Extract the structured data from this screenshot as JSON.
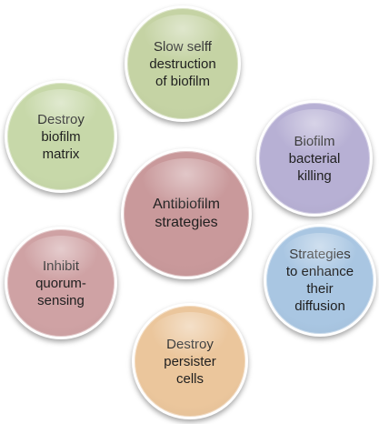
{
  "diagram": {
    "center": {
      "label": "Antibiofilm\nstrategies",
      "color": "#c9999b"
    },
    "nodes": [
      {
        "id": "top",
        "label": "Slow selff\ndestruction\nof biofilm",
        "color": "#c5d3a4"
      },
      {
        "id": "tl",
        "label": "Destroy\nbiofilm\nmatrix",
        "color": "#c7d8a9"
      },
      {
        "id": "tr",
        "label": "Biofilm\nbacterial\nkilling",
        "color": "#b7b0d4"
      },
      {
        "id": "bl",
        "label": "Inhibit\nquorum-\nsensing",
        "color": "#cfa2a4"
      },
      {
        "id": "br",
        "label": "Strategies\nto enhance\ntheir\ndiffusion",
        "color": "#a9c6e2"
      },
      {
        "id": "bottom",
        "label": "Destroy\npersister\ncells",
        "color": "#ebc69c"
      }
    ]
  }
}
